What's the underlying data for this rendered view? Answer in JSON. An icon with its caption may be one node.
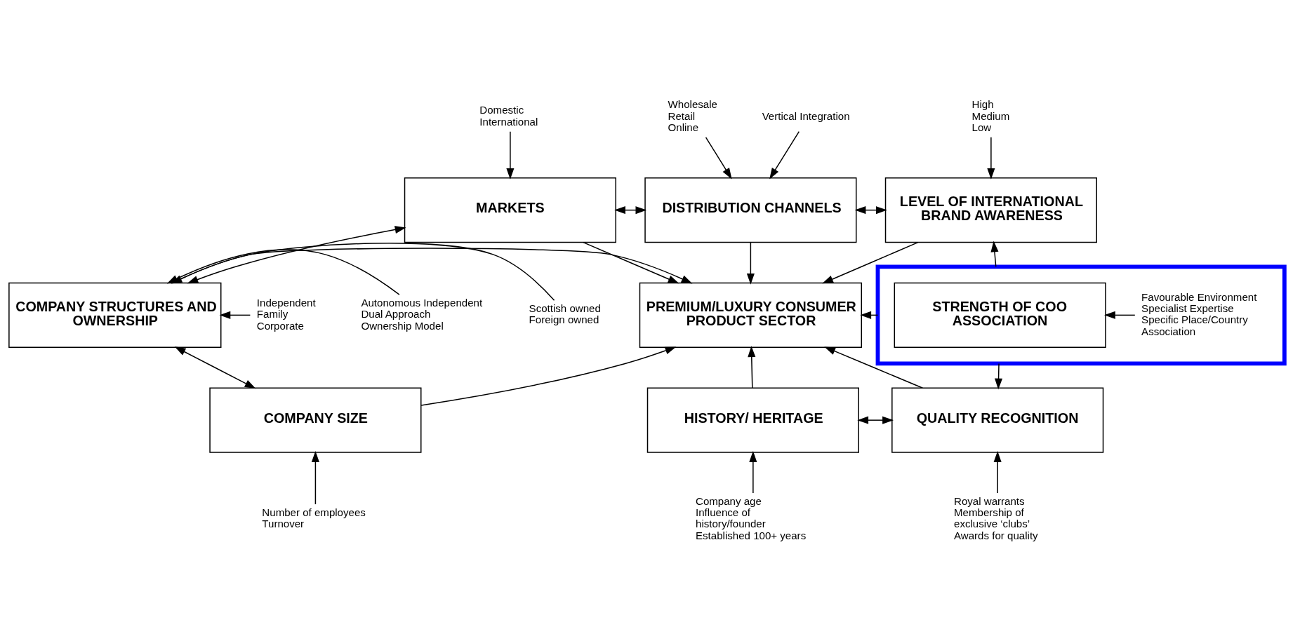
{
  "diagram": {
    "nodes": [
      {
        "text": [
          "Domestic",
          "International"
        ]
      },
      {
        "text": [
          "Wholesale",
          "Retail",
          "Online"
        ]
      },
      {
        "text": [
          "Vertical Integration"
        ]
      },
      {
        "text": [
          "High",
          "Medium",
          "Low"
        ]
      },
      {
        "text": [
          "MARKETS"
        ]
      },
      {
        "text": [
          "DISTRIBUTION CHANNELS"
        ]
      },
      {
        "text": [
          "LEVEL OF INTERNATIONAL BRAND AWARENESS"
        ]
      },
      {
        "text": [
          "Independent",
          "Family",
          "Corporate"
        ]
      },
      {
        "text": [
          "Scottish owned",
          "Foreign owned"
        ]
      },
      {
        "text": [
          "Autonomous Independent",
          "Dual Approach",
          "Ownership Model"
        ]
      },
      {
        "text": [
          "COMPANY STRUCTURES AND OWNERSHIP"
        ]
      },
      {
        "text": [
          "PREMIUM/LUXURY CONSUMER PRODUCT SECTOR"
        ]
      },
      {
        "text": [],
        "shape": "box"
      },
      {
        "text": [
          "STRENGTH OF COO ASSOCIATION"
        ],
        "in": 12
      },
      {
        "text": [
          "Favourable Environment",
          "Specialist Expertise",
          "Specific Place/Country Association"
        ],
        "in": 12
      },
      {
        "text": [
          "COMPANY SIZE"
        ]
      },
      {
        "text": [
          "HISTORY/ HERITAGE"
        ]
      },
      {
        "text": [
          "QUALITY RECOGNITION"
        ]
      },
      {
        "text": [
          "Number of employees",
          "Turnover"
        ]
      },
      {
        "text": [
          "Company age",
          "Influence of history/founder",
          "Established 100+ years"
        ]
      },
      {
        "text": [
          "Royal warrants",
          "Membership of exclusive ‘clubs’",
          "Awards for quality"
        ]
      }
    ],
    "edges": [
      {
        "from": 0,
        "to": 4,
        "arrow": "to"
      },
      {
        "from": 1,
        "to": 5,
        "arrow": "to"
      },
      {
        "from": 2,
        "to": 5,
        "arrow": "to"
      },
      {
        "from": 3,
        "to": 6,
        "arrow": "to"
      },
      {
        "from": 4,
        "to": 5,
        "arrow": "both"
      },
      {
        "from": 5,
        "to": 6,
        "arrow": "both"
      },
      {
        "from": 4,
        "to": 10,
        "arrow": "both"
      },
      {
        "from": 4,
        "to": 11,
        "arrow": "to"
      },
      {
        "from": 5,
        "to": 11,
        "arrow": "to"
      },
      {
        "from": 6,
        "to": 11,
        "arrow": "to"
      },
      {
        "from": 7,
        "to": 10,
        "arrow": "to"
      },
      {
        "from": 8,
        "to": 10,
        "arrow": "to"
      },
      {
        "from": 9,
        "to": 10,
        "arrow": "to"
      },
      {
        "from": 10,
        "to": 11,
        "arrow": "to"
      },
      {
        "from": 12,
        "to": 11,
        "arrow": "to"
      },
      {
        "from": 12,
        "to": 6,
        "arrow": "to"
      },
      {
        "from": 12,
        "to": 17,
        "arrow": "to"
      },
      {
        "from": 14,
        "to": 13,
        "arrow": "to"
      },
      {
        "from": 10,
        "to": 15,
        "arrow": "both"
      },
      {
        "from": 15,
        "to": 11,
        "arrow": "to"
      },
      {
        "from": 16,
        "to": 11,
        "arrow": "to"
      },
      {
        "from": 17,
        "to": 11,
        "arrow": "to"
      },
      {
        "from": 16,
        "to": 17,
        "arrow": "both"
      },
      {
        "from": 18,
        "to": 15,
        "arrow": "to"
      },
      {
        "from": 19,
        "to": 16,
        "arrow": "to"
      },
      {
        "from": 20,
        "to": 17,
        "arrow": "to"
      }
    ]
  }
}
